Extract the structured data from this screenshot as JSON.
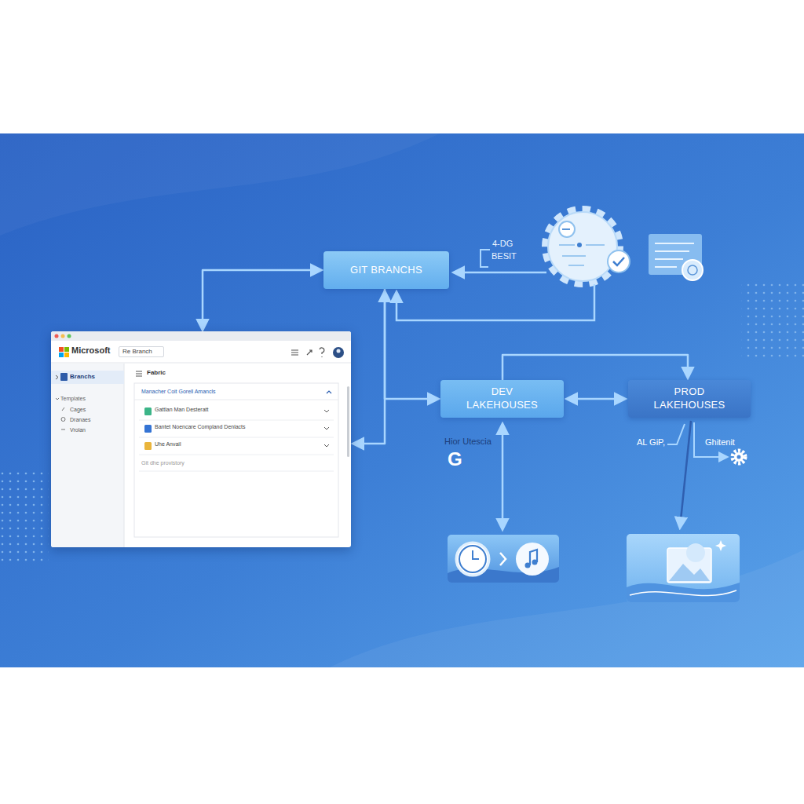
{
  "diagram": {
    "nodes": [
      {
        "text": [
          "Microsoft",
          "Re Branch",
          "Fabric",
          "Branchs",
          "Templates",
          "Cages",
          "Dranaes",
          "Vrolan",
          "Manacher Coit Gorell Amancls",
          "Gattlan Man Desteratt",
          "Bantet Noencare Compland Denlacts",
          "Uhe Anvail",
          "Git dhe provistory"
        ]
      },
      {
        "text": [
          "GIT BRANCHS"
        ]
      },
      {
        "text": [
          "DEV LAKEHOUSES"
        ]
      },
      {
        "text": [
          "PROD LAKEHOUSES"
        ]
      }
    ],
    "edges": [
      {
        "from": 0,
        "to": 1,
        "arrow": "both"
      },
      {
        "from": 1,
        "to": 0,
        "arrow": "both"
      },
      {
        "from": 1,
        "to": 2,
        "arrow": "to"
      },
      {
        "from": 2,
        "to": 3,
        "arrow": "both"
      },
      {
        "from": 2,
        "to": 3,
        "arrow": "to"
      }
    ],
    "labels": [
      "4-DG",
      "BESIT",
      "Hior Utescia",
      "G",
      "AL GiP,",
      "Ghitenit"
    ]
  }
}
